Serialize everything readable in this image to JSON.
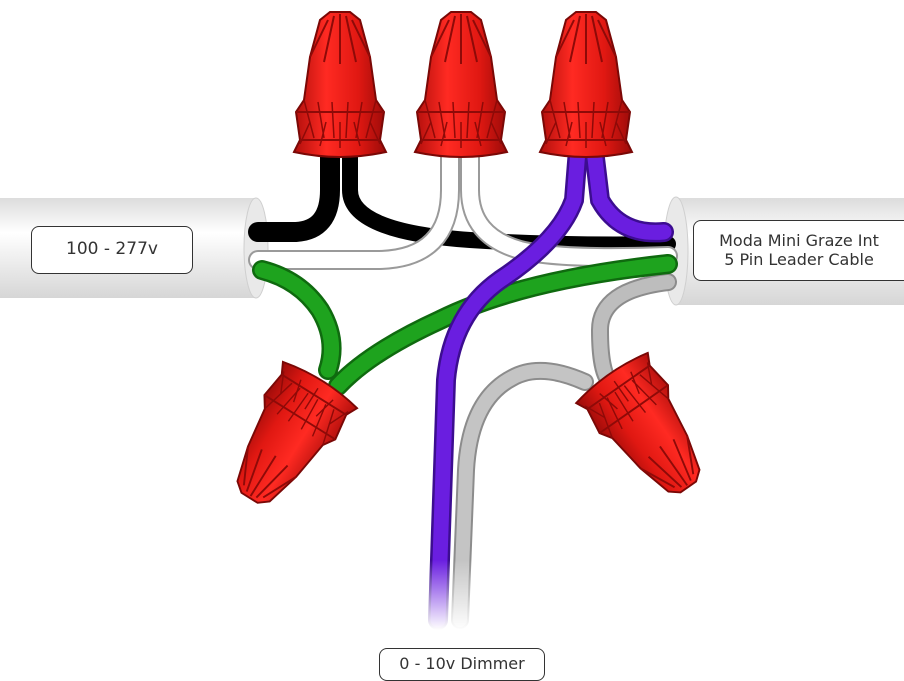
{
  "labels": {
    "left": "100 - 277v",
    "right_line1": "Moda Mini Graze Int",
    "right_line2": "5 Pin Leader Cable",
    "bottom": "0 - 10v Dimmer"
  },
  "colors": {
    "cap_red": "#e41a14",
    "cap_dark": "#a00c0a",
    "wire_black": "#111111",
    "wire_white": "#f2f2f2",
    "wire_purple": "#6a1ee0",
    "wire_green": "#1c9a1c",
    "wire_gray": "#b8b8b8",
    "conduit": "#f4f4f4"
  }
}
